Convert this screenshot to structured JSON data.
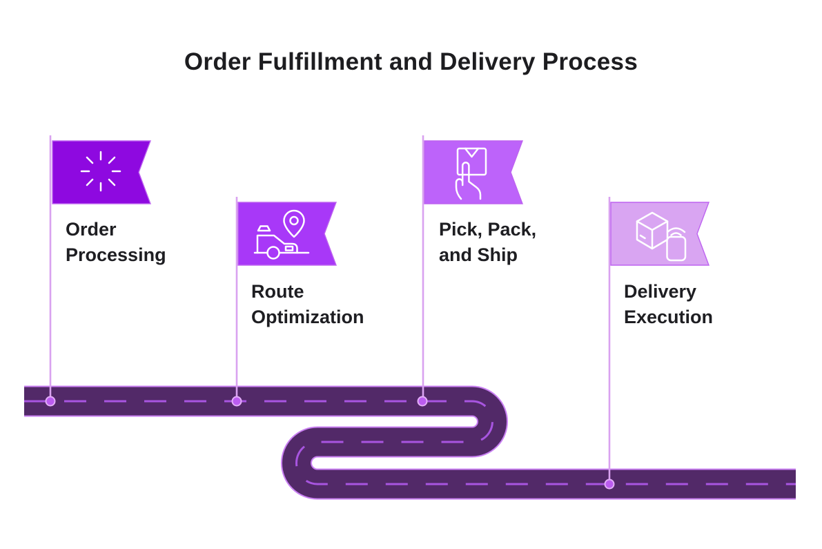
{
  "title": "Order Fulfillment and Delivery Process",
  "steps": [
    {
      "label": "Order Processing",
      "icon": "burst-icon",
      "flag_color": "#8e09e0"
    },
    {
      "label": "Route Optimization",
      "icon": "car-location-icon",
      "flag_color": "#a838f8"
    },
    {
      "label": "Pick, Pack, and Ship",
      "icon": "pick-box-hand-icon",
      "flag_color": "#bd63fa"
    },
    {
      "label": "Delivery Execution",
      "icon": "package-phone-icon",
      "flag_color": "#d9a5f2"
    }
  ],
  "road": {
    "color": "#522968",
    "border_color": "#c97ff2",
    "dash_color": "#a855e0",
    "marker_fill": "#bb5cf0",
    "pole_color": "#d9a2f0"
  },
  "text_color": "#1e1e22"
}
